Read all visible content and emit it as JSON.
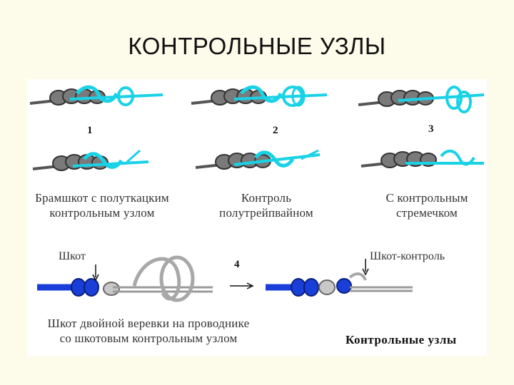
{
  "title": "КОНТРОЛЬНЫЕ УЗЛЫ",
  "figure": {
    "numbers": [
      "1",
      "2",
      "3",
      "4"
    ],
    "captions": {
      "caption1_line1": "Брамшкот с полуткацким",
      "caption1_line2": "контрольным узлом",
      "caption2_line1": "Контроль",
      "caption2_line2": "полутрейпвайном",
      "caption3_line1": "С контрольным",
      "caption3_line2": "стремечком",
      "caption4_line1": "Шкот двойной веревки на проводнике",
      "caption4_line2": "со шкотовым контрольным узлом"
    },
    "labels": {
      "sheet": "Шкот",
      "sheet_control": "Шкот-контроль"
    },
    "footer_title": "Контрольные узлы"
  },
  "colors": {
    "rope_gray": "#6e6e6e",
    "rope_cyan": "#19d2e6",
    "rope_blue": "#1a3fd9",
    "rope_light": "#c8c8c8"
  }
}
